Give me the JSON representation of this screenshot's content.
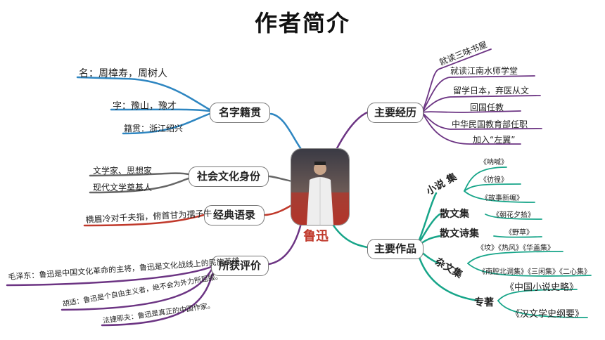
{
  "title": "作者简介",
  "center": {
    "name": "鲁迅"
  },
  "colors": {
    "blue": "#2e86c1",
    "gray": "#555555",
    "red": "#c0392b",
    "purple": "#6c3483",
    "teal": "#17a589"
  },
  "branches": {
    "mingzi": {
      "label": "名字籍贯",
      "leaves": [
        "名：周樟寿，周树人",
        "字：豫山，豫才",
        "籍贯：浙江绍兴"
      ]
    },
    "shehui": {
      "label": "社会文化身份",
      "leaves": [
        "文学家、思想家",
        "现代文学奠基人"
      ]
    },
    "jingdian": {
      "label": "经典语录",
      "leaves": [
        "横眉冷对千夫指，俯首甘为孺子牛"
      ]
    },
    "pingjia": {
      "label": "所获评价",
      "leaves": [
        "毛泽东：鲁迅是中国文化革命的主将，鲁迅是文化战线上的民族英雄",
        "胡适：鲁迅是个自由主义者，绝不会为外力所屈服。",
        "法捷耶夫：鲁迅是真正的中国作家。"
      ]
    },
    "jingli": {
      "label": "主要经历",
      "leaves": [
        "就读三味书屋",
        "就读江南水师学堂",
        "留学日本，弃医从文",
        "回国任教",
        "中华民国教育部任职",
        "加入“左翼”"
      ]
    },
    "zuopin": {
      "label": "主要作品",
      "categories": {
        "xiaoshuo": {
          "label": "小说 集",
          "works": [
            "《呐喊》",
            "《彷徨》",
            "《故事新编》"
          ]
        },
        "sanwen": {
          "label": "散文集",
          "works": [
            "《朝花夕拾》"
          ]
        },
        "sanwenshi": {
          "label": "散文诗集",
          "works": [
            "《野草》"
          ]
        },
        "zawen": {
          "label": "杂文集",
          "works": [
            "《坟》《热风》《华盖集》",
            "《南腔北调集》《三闲集》《二心集》"
          ]
        },
        "zhuanzhu": {
          "label": "专著",
          "works": [
            "《中国小说史略》",
            "《汉文学史纲要》"
          ]
        }
      }
    }
  }
}
